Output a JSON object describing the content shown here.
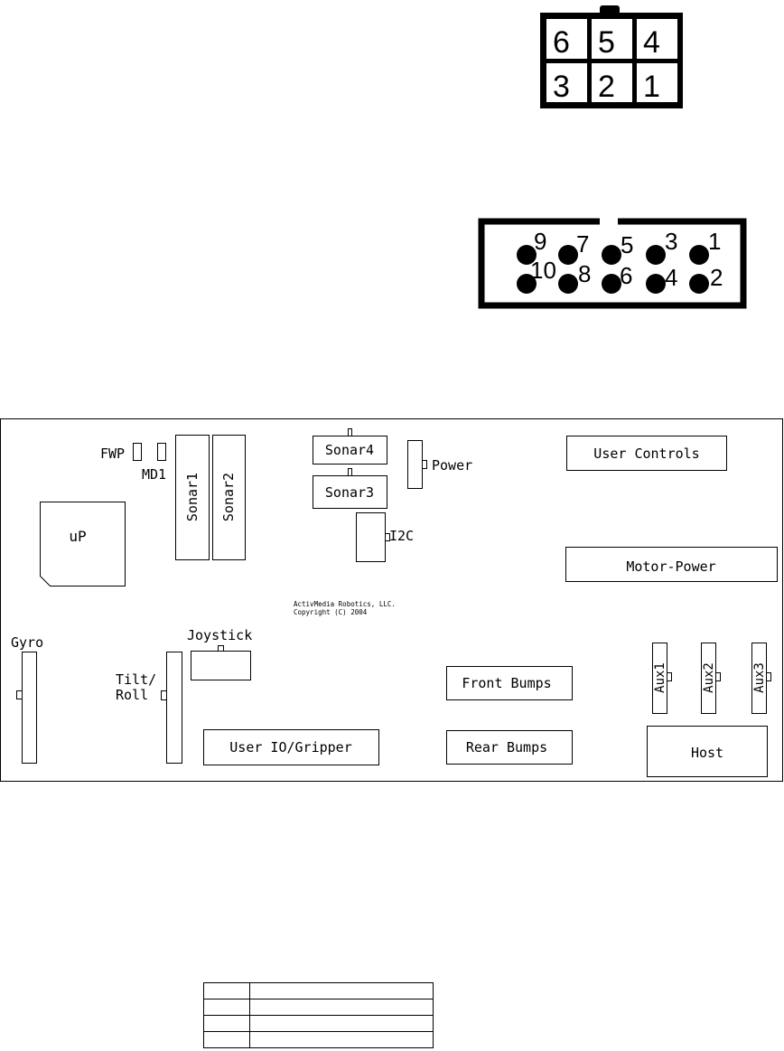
{
  "connector_6pin": {
    "top_row": [
      "6",
      "5",
      "4"
    ],
    "bottom_row": [
      "3",
      "2",
      "1"
    ]
  },
  "connector_10pin": {
    "top_row": [
      "9",
      "7",
      "5",
      "3",
      "1"
    ],
    "bottom_row": [
      "10",
      "8",
      "6",
      "4",
      "2"
    ]
  },
  "board": {
    "labels": {
      "fwp": "FWP",
      "md1": "MD1",
      "sonar1": "Sonar1",
      "sonar2": "Sonar2",
      "sonar4": "Sonar4",
      "sonar3": "Sonar3",
      "power": "Power",
      "i2c": "I2C",
      "up": "uP",
      "user_controls": "User Controls",
      "motor_power": "Motor-Power",
      "copyright_1": "ActivMedia Robotics, LLC.",
      "copyright_2": "Copyright (C) 2004",
      "gyro": "Gyro",
      "joystick": "Joystick",
      "tilt": "Tilt/",
      "roll": "Roll",
      "user_io": "User IO/Gripper",
      "front_bumps": "Front Bumps",
      "rear_bumps": "Rear Bumps",
      "aux1": "Aux1",
      "aux2": "Aux2",
      "aux3": "Aux3",
      "host": "Host"
    }
  },
  "table": {
    "rows": 4,
    "columns": 2
  }
}
